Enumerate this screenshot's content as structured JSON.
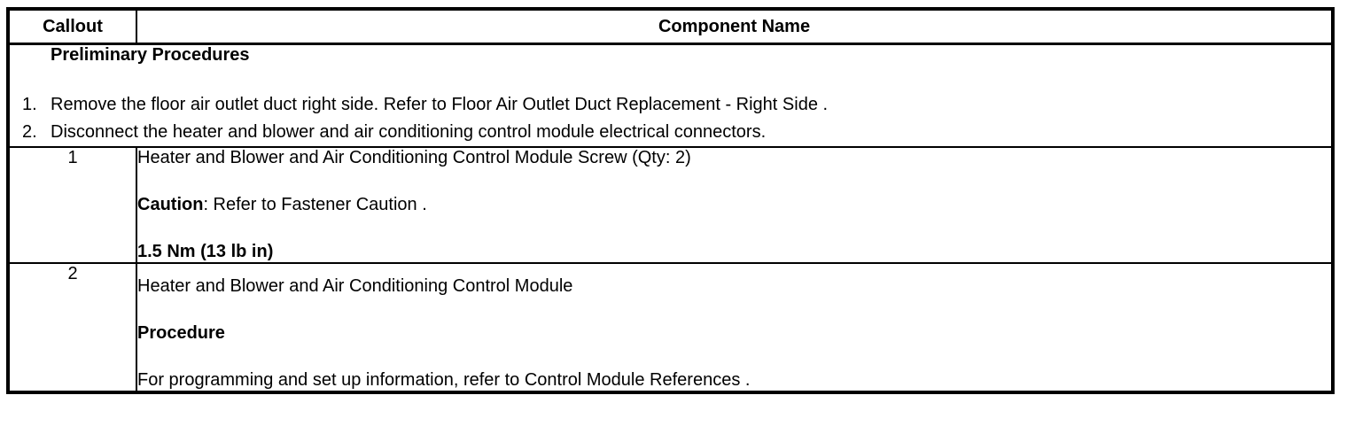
{
  "table": {
    "header": {
      "callout": "Callout",
      "component_name": "Component Name"
    },
    "preliminary": {
      "title": "Preliminary Procedures",
      "steps": [
        {
          "num": "1.",
          "text": "Remove the floor air outlet duct right side. Refer to Floor Air Outlet Duct Replacement - Right Side ."
        },
        {
          "num": "2.",
          "text": "Disconnect the heater and blower and air conditioning control module electrical connectors."
        }
      ]
    },
    "rows": [
      {
        "callout": "1",
        "component": "Heater and Blower and Air Conditioning Control Module Screw (Qty: 2)",
        "caution_label": "Caution",
        "caution_text": ": Refer to Fastener Caution .",
        "torque": "1.5 Nm (13 lb in)"
      },
      {
        "callout": "2",
        "component": "Heater and Blower and Air Conditioning Control Module",
        "procedure_label": "Procedure",
        "procedure_text": "For programming and set up information, refer to Control Module References ."
      }
    ]
  },
  "colors": {
    "background": "#ffffff",
    "text": "#000000",
    "border": "#000000"
  }
}
